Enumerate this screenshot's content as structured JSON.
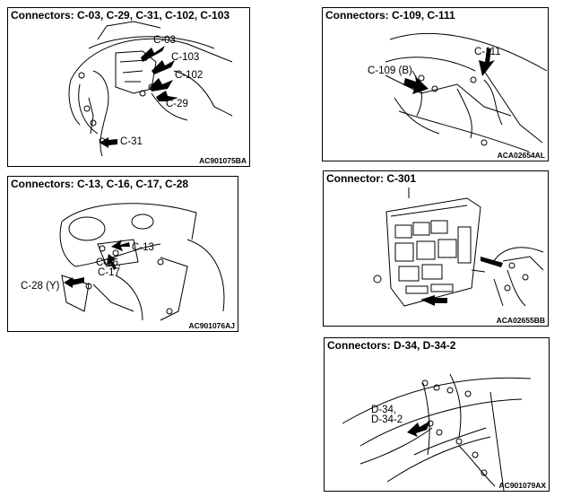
{
  "panels": [
    {
      "title": "Connectors: C-03, C-29, C-31, C-102, C-103",
      "figure_id": "AC901075BA",
      "callouts": [
        "C-03",
        "C-103",
        "C-102",
        "C-29",
        "C-31"
      ]
    },
    {
      "title": "Connectors: C-109, C-111",
      "figure_id": "ACA02654AL",
      "callouts": [
        "C-111",
        "C-109 (B)"
      ]
    },
    {
      "title": "Connectors: C-13, C-16, C-17, C-28",
      "figure_id": "AC901076AJ",
      "callouts": [
        "C-13",
        "C-16,",
        "C-17",
        "C-28 (Y)"
      ]
    },
    {
      "title": "Connector: C-301",
      "figure_id": "ACA02655BB",
      "callouts": []
    },
    {
      "title": "Connectors: D-34, D-34-2",
      "figure_id": "AC901079AX",
      "callouts": [
        "D-34,",
        "D-34-2"
      ]
    }
  ]
}
